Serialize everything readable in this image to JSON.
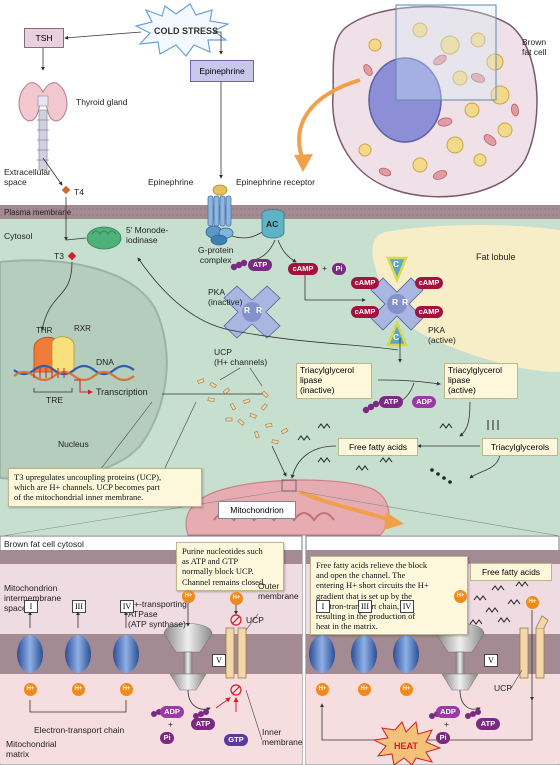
{
  "top": {
    "cold_stress": "COLD STRESS",
    "tsh": "TSH",
    "epinephrine_box": "Epinephrine",
    "thyroid_gland": "Thyroid gland",
    "brown_fat_cell": "Brown\nfat cell",
    "extracellular_space": "Extracellular\nspace",
    "t4": "T4",
    "t3": "T3",
    "epinephrine": "Epinephrine",
    "epinephrine_receptor": "Epinephrine receptor",
    "plasma_membrane": "Plasma membrane",
    "cytosol": "Cytosol",
    "deiodinase": "5′ Monode-\niodinase",
    "g_protein": "G-protein\ncomplex",
    "ac": "AC",
    "atp": "ATP",
    "camp": "cAMP",
    "plus": "+",
    "pi": "Pi",
    "fat_lobule": "Fat lobule",
    "pka_inactive": "PKA\n(inactive)",
    "pka_active": "PKA\n(active)",
    "r": "R",
    "c": "C",
    "thr": "THR",
    "rxr": "RXR",
    "dna": "DNA",
    "tre": "TRE",
    "transcription": "Transcription",
    "ucp_channels": "UCP\n(H+ channels)",
    "tg_lipase_inactive": "Triacylglycerol\nlipase\n(inactive)",
    "tg_lipase_active": "Triacylglycerol\nlipase\n(active)",
    "adp": "ADP",
    "free_fatty_acids": "Free fatty acids",
    "triacylglycerols": "Triacylglycerols",
    "nucleus": "Nucleus",
    "note_t3": "T3 upregulates uncoupling proteins (UCP),\nwhich are H+ channels. UCP becomes part\nof the mitochondrial inner membrane.",
    "mitochondrion": "Mitochondrion"
  },
  "bottom_left": {
    "cytosol": "Brown fat cell cytosol",
    "intermembrane": "Mitochondrion\nintermembrane\nspace",
    "note": "Purine nucleotides such\nas ATP and GTP\nnormally block UCP.\nChannel remains closed.",
    "atp_synthase": "H+-transporting\nATPase\n(ATP synthase)",
    "outer_membrane": "Outer\nmembrane",
    "ucp": "UCP",
    "inner_membrane": "Inner\nmembrane",
    "etc": "Electron-transport chain",
    "matrix": "Mitochondrial\nmatrix",
    "complexes": [
      "I",
      "III",
      "IV",
      "V"
    ],
    "h": "H+",
    "adp": "ADP",
    "atp": "ATP",
    "gtp": "GTP",
    "pi": "Pi",
    "plus": "+"
  },
  "bottom_right": {
    "note": "Free fatty acids relieve the block\nand open the channel. The\nentering H+ short circuits the H+\ngradient that is set up by the\nelectron-transport chain,\nresulting in the production of\nheat in the matrix.",
    "free_fatty_acids": "Free fatty acids",
    "ucp": "UCP",
    "heat": "HEAT",
    "complexes": [
      "I",
      "III",
      "IV",
      "V"
    ],
    "h": "H+",
    "adp": "ADP",
    "atp": "ATP",
    "pi": "Pi",
    "plus": "+"
  },
  "colors": {
    "membrane": "#a48a93",
    "cytosol": "#c7dfcf",
    "fat_lobule": "#f7edc6",
    "pink_matrix": "#f6dde0",
    "atp": "#7b2a84",
    "camp": "#a3123d",
    "h_plus": "#ef8a1b",
    "protein_blue": "#4f6fb2"
  }
}
